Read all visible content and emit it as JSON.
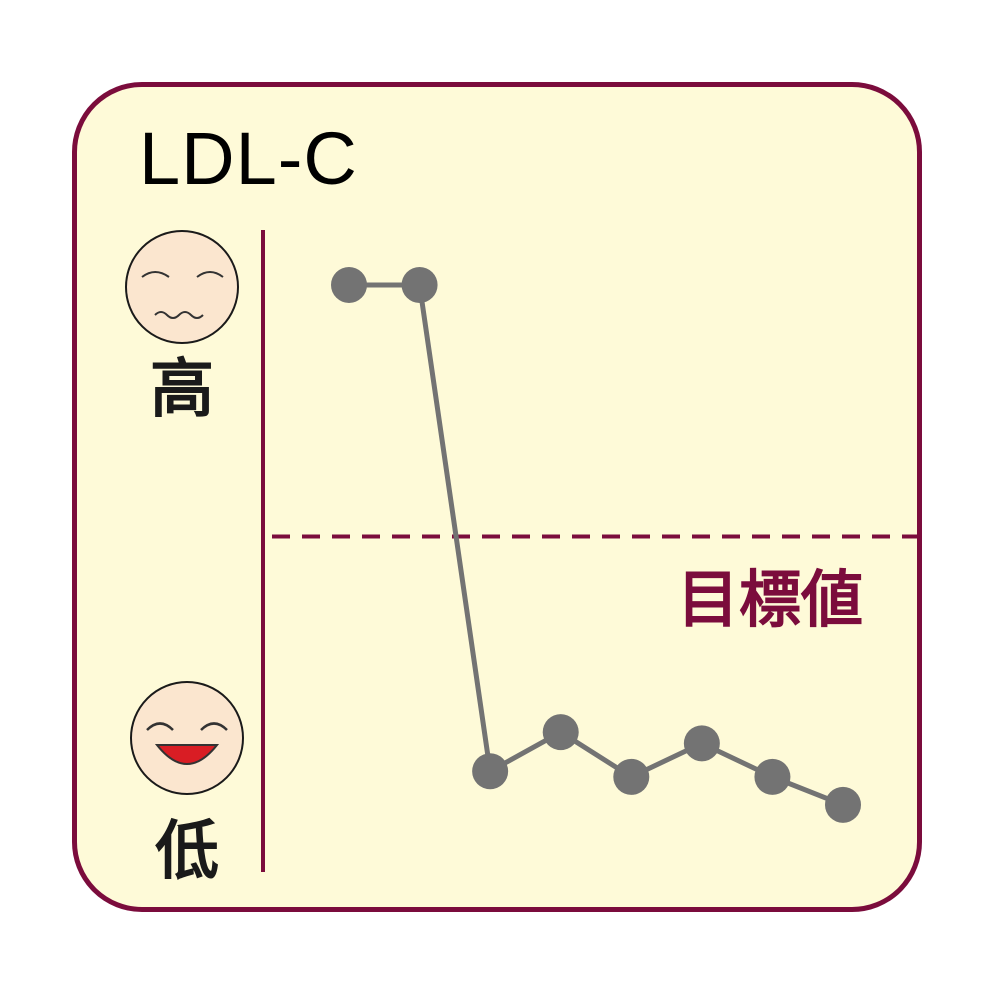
{
  "chart_data": {
    "type": "line",
    "title": "LDL-C",
    "y_high_label": "高",
    "y_low_label": "低",
    "target_label": "目標値",
    "target_value": 50,
    "ylim": [
      0,
      100
    ],
    "x": [
      1,
      2,
      3,
      4,
      5,
      6,
      7,
      8
    ],
    "values": [
      95,
      95,
      8,
      15,
      7,
      13,
      7,
      2
    ],
    "grid": false,
    "legend": "none",
    "colors": {
      "line": "#737373",
      "marker": "#737373",
      "target_line": "#7b0c3c",
      "axis": "#7b0c3c",
      "background": "#fefad8",
      "border": "#7b0c3c"
    },
    "icons": {
      "high": "worried-face-icon",
      "low": "smiling-face-icon"
    }
  }
}
